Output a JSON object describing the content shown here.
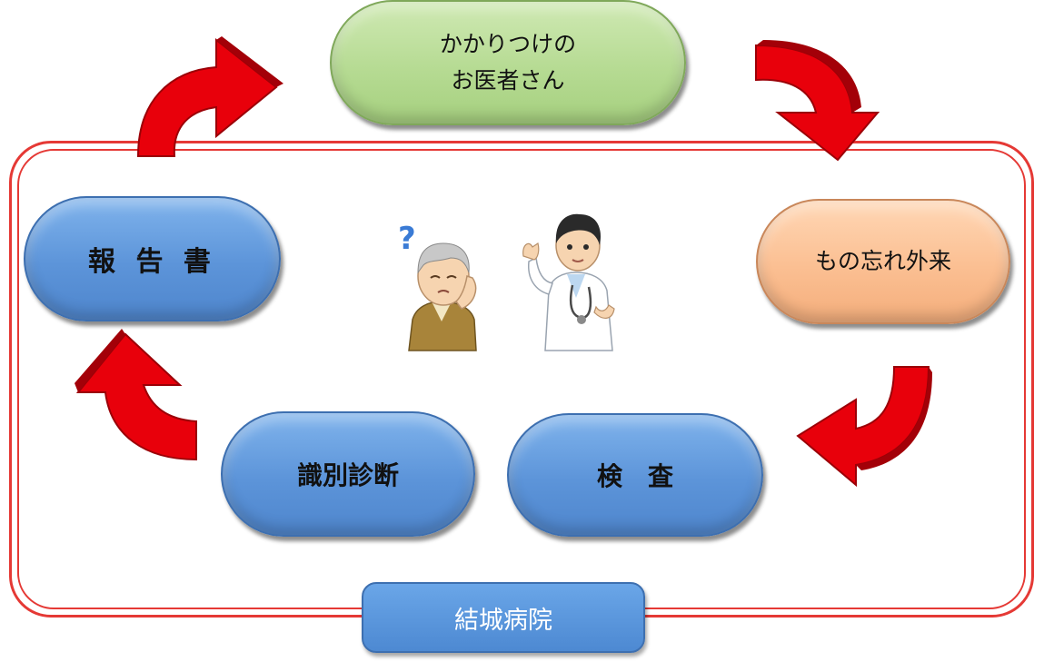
{
  "nodes": {
    "gp": {
      "line1": "かかりつけの",
      "line2": "お医者さん"
    },
    "clinic": "もの忘れ外来",
    "exam": "検　査",
    "diagnosis": "識別診断",
    "report": "報 告 書"
  },
  "hospital": "結城病院",
  "colors": {
    "arrow": "#e8000b",
    "frame": "#e53935",
    "blue_node": "#5c94d9",
    "green_node": "#b6db93",
    "orange_node": "#fbbf92"
  }
}
